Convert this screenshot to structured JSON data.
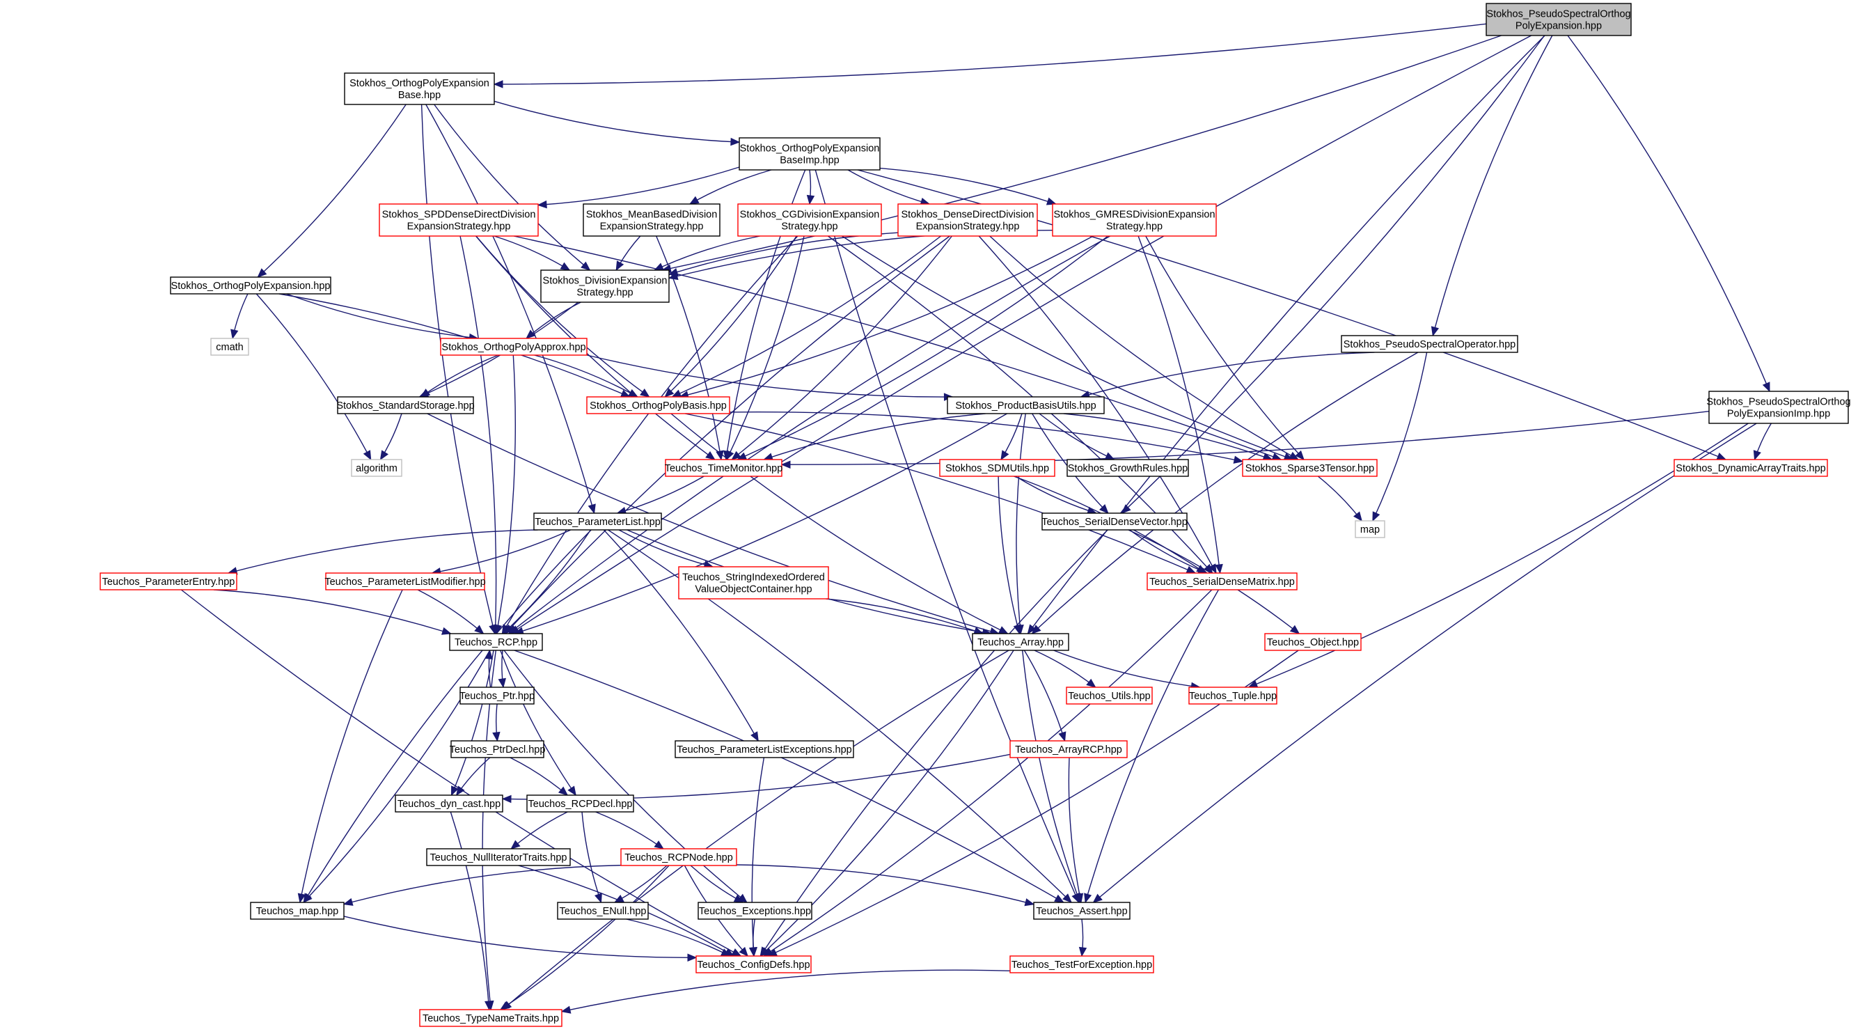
{
  "colors": {
    "edge": "#191970",
    "border_black": "#000000",
    "border_red": "#ff0000",
    "border_gray": "#bfbfbf",
    "fill_root": "#bfbfbf",
    "fill_default": "#ffffff"
  },
  "nodes": [
    {
      "id": "root",
      "lines": [
        "Stokhos_PseudoSpectralOrthog",
        "PolyExpansion.hpp"
      ],
      "style": "root"
    },
    {
      "id": "opeb",
      "lines": [
        "Stokhos_OrthogPolyExpansion",
        "Base.hpp"
      ],
      "style": "black"
    },
    {
      "id": "opebi",
      "lines": [
        "Stokhos_OrthogPolyExpansion",
        "BaseImp.hpp"
      ],
      "style": "black"
    },
    {
      "id": "spd",
      "lines": [
        "Stokhos_SPDDenseDirectDivision",
        "ExpansionStrategy.hpp"
      ],
      "style": "red"
    },
    {
      "id": "mean",
      "lines": [
        "Stokhos_MeanBasedDivision",
        "ExpansionStrategy.hpp"
      ],
      "style": "black"
    },
    {
      "id": "cg",
      "lines": [
        "Stokhos_CGDivisionExpansion",
        "Strategy.hpp"
      ],
      "style": "red"
    },
    {
      "id": "ddd",
      "lines": [
        "Stokhos_DenseDirectDivision",
        "ExpansionStrategy.hpp"
      ],
      "style": "red"
    },
    {
      "id": "gmres",
      "lines": [
        "Stokhos_GMRESDivisionExpansion",
        "Strategy.hpp"
      ],
      "style": "red"
    },
    {
      "id": "ope",
      "lines": [
        "Stokhos_OrthogPolyExpansion.hpp"
      ],
      "style": "black"
    },
    {
      "id": "des",
      "lines": [
        "Stokhos_DivisionExpansion",
        "Strategy.hpp"
      ],
      "style": "black"
    },
    {
      "id": "cmath",
      "lines": [
        "cmath"
      ],
      "style": "gray"
    },
    {
      "id": "opa",
      "lines": [
        "Stokhos_OrthogPolyApprox.hpp"
      ],
      "style": "red"
    },
    {
      "id": "pso",
      "lines": [
        "Stokhos_PseudoSpectralOperator.hpp"
      ],
      "style": "black"
    },
    {
      "id": "psimp",
      "lines": [
        "Stokhos_PseudoSpectralOrthog",
        "PolyExpansionImp.hpp"
      ],
      "style": "black"
    },
    {
      "id": "ss",
      "lines": [
        "Stokhos_StandardStorage.hpp"
      ],
      "style": "black"
    },
    {
      "id": "opbasis",
      "lines": [
        "Stokhos_OrthogPolyBasis.hpp"
      ],
      "style": "red"
    },
    {
      "id": "pbu",
      "lines": [
        "Stokhos_ProductBasisUtils.hpp"
      ],
      "style": "black"
    },
    {
      "id": "algorithm",
      "lines": [
        "algorithm"
      ],
      "style": "gray"
    },
    {
      "id": "tm",
      "lines": [
        "Teuchos_TimeMonitor.hpp"
      ],
      "style": "red"
    },
    {
      "id": "sdmutils",
      "lines": [
        "Stokhos_SDMUtils.hpp"
      ],
      "style": "red"
    },
    {
      "id": "growth",
      "lines": [
        "Stokhos_GrowthRules.hpp"
      ],
      "style": "black"
    },
    {
      "id": "s3t",
      "lines": [
        "Stokhos_Sparse3Tensor.hpp"
      ],
      "style": "red"
    },
    {
      "id": "dat",
      "lines": [
        "Stokhos_DynamicArrayTraits.hpp"
      ],
      "style": "red"
    },
    {
      "id": "map",
      "lines": [
        "map"
      ],
      "style": "gray"
    },
    {
      "id": "pl",
      "lines": [
        "Teuchos_ParameterList.hpp"
      ],
      "style": "black"
    },
    {
      "id": "sdv",
      "lines": [
        "Teuchos_SerialDenseVector.hpp"
      ],
      "style": "black"
    },
    {
      "id": "pe",
      "lines": [
        "Teuchos_ParameterEntry.hpp"
      ],
      "style": "red"
    },
    {
      "id": "plm",
      "lines": [
        "Teuchos_ParameterListModifier.hpp"
      ],
      "style": "red"
    },
    {
      "id": "sio",
      "lines": [
        "Teuchos_StringIndexedOrdered",
        "ValueObjectContainer.hpp"
      ],
      "style": "red"
    },
    {
      "id": "sdm",
      "lines": [
        "Teuchos_SerialDenseMatrix.hpp"
      ],
      "style": "red"
    },
    {
      "id": "rcp",
      "lines": [
        "Teuchos_RCP.hpp"
      ],
      "style": "black"
    },
    {
      "id": "array",
      "lines": [
        "Teuchos_Array.hpp"
      ],
      "style": "black"
    },
    {
      "id": "object",
      "lines": [
        "Teuchos_Object.hpp"
      ],
      "style": "red"
    },
    {
      "id": "ptr",
      "lines": [
        "Teuchos_Ptr.hpp"
      ],
      "style": "black"
    },
    {
      "id": "utils",
      "lines": [
        "Teuchos_Utils.hpp"
      ],
      "style": "red"
    },
    {
      "id": "tuple",
      "lines": [
        "Teuchos_Tuple.hpp"
      ],
      "style": "red"
    },
    {
      "id": "ptrdecl",
      "lines": [
        "Teuchos_PtrDecl.hpp"
      ],
      "style": "black"
    },
    {
      "id": "ple",
      "lines": [
        "Teuchos_ParameterListExceptions.hpp"
      ],
      "style": "black"
    },
    {
      "id": "arcp",
      "lines": [
        "Teuchos_ArrayRCP.hpp"
      ],
      "style": "red"
    },
    {
      "id": "dyn",
      "lines": [
        "Teuchos_dyn_cast.hpp"
      ],
      "style": "black"
    },
    {
      "id": "rcpdecl",
      "lines": [
        "Teuchos_RCPDecl.hpp"
      ],
      "style": "black"
    },
    {
      "id": "nit",
      "lines": [
        "Teuchos_NullIteratorTraits.hpp"
      ],
      "style": "black"
    },
    {
      "id": "rcpnode",
      "lines": [
        "Teuchos_RCPNode.hpp"
      ],
      "style": "red"
    },
    {
      "id": "tmap",
      "lines": [
        "Teuchos_map.hpp"
      ],
      "style": "black"
    },
    {
      "id": "enull",
      "lines": [
        "Teuchos_ENull.hpp"
      ],
      "style": "black"
    },
    {
      "id": "exc",
      "lines": [
        "Teuchos_Exceptions.hpp"
      ],
      "style": "black"
    },
    {
      "id": "assert",
      "lines": [
        "Teuchos_Assert.hpp"
      ],
      "style": "black"
    },
    {
      "id": "config",
      "lines": [
        "Teuchos_ConfigDefs.hpp"
      ],
      "style": "red"
    },
    {
      "id": "tfe",
      "lines": [
        "Teuchos_TestForException.hpp"
      ],
      "style": "red"
    },
    {
      "id": "tnt",
      "lines": [
        "Teuchos_TypeNameTraits.hpp"
      ],
      "style": "red"
    }
  ],
  "edges": [
    [
      "root",
      "opeb"
    ],
    [
      "root",
      "rcp"
    ],
    [
      "root",
      "des"
    ],
    [
      "root",
      "pso"
    ],
    [
      "root",
      "psimp"
    ],
    [
      "root",
      "array"
    ],
    [
      "root",
      "sdv"
    ],
    [
      "opeb",
      "opebi"
    ],
    [
      "opeb",
      "ope"
    ],
    [
      "opeb",
      "des"
    ],
    [
      "opeb",
      "pl"
    ],
    [
      "opeb",
      "rcp"
    ],
    [
      "opebi",
      "spd"
    ],
    [
      "opebi",
      "mean"
    ],
    [
      "opebi",
      "cg"
    ],
    [
      "opebi",
      "ddd"
    ],
    [
      "opebi",
      "gmres"
    ],
    [
      "opebi",
      "tm"
    ],
    [
      "opebi",
      "dat"
    ],
    [
      "opebi",
      "assert"
    ],
    [
      "spd",
      "des"
    ],
    [
      "spd",
      "opbasis"
    ],
    [
      "spd",
      "s3t"
    ],
    [
      "spd",
      "tm"
    ],
    [
      "spd",
      "rcp"
    ],
    [
      "mean",
      "des"
    ],
    [
      "mean",
      "tm"
    ],
    [
      "cg",
      "des"
    ],
    [
      "cg",
      "opbasis"
    ],
    [
      "cg",
      "s3t"
    ],
    [
      "cg",
      "tm"
    ],
    [
      "cg",
      "rcp"
    ],
    [
      "cg",
      "sdm"
    ],
    [
      "ddd",
      "des"
    ],
    [
      "ddd",
      "opbasis"
    ],
    [
      "ddd",
      "s3t"
    ],
    [
      "ddd",
      "tm"
    ],
    [
      "ddd",
      "rcp"
    ],
    [
      "ddd",
      "sdm"
    ],
    [
      "gmres",
      "des"
    ],
    [
      "gmres",
      "opbasis"
    ],
    [
      "gmres",
      "s3t"
    ],
    [
      "gmres",
      "tm"
    ],
    [
      "gmres",
      "rcp"
    ],
    [
      "gmres",
      "sdm"
    ],
    [
      "ope",
      "cmath"
    ],
    [
      "ope",
      "algorithm"
    ],
    [
      "ope",
      "opa"
    ],
    [
      "ope",
      "opbasis"
    ],
    [
      "des",
      "opa"
    ],
    [
      "des",
      "ss"
    ],
    [
      "opa",
      "ss"
    ],
    [
      "opa",
      "opbasis"
    ],
    [
      "opa",
      "pbu"
    ],
    [
      "opa",
      "rcp"
    ],
    [
      "pso",
      "pbu"
    ],
    [
      "pso",
      "map"
    ],
    [
      "pso",
      "array"
    ],
    [
      "psimp",
      "tm"
    ],
    [
      "psimp",
      "dat"
    ],
    [
      "psimp",
      "tuple"
    ],
    [
      "psimp",
      "assert"
    ],
    [
      "ss",
      "algorithm"
    ],
    [
      "ss",
      "array"
    ],
    [
      "opbasis",
      "s3t"
    ],
    [
      "opbasis",
      "array"
    ],
    [
      "opbasis",
      "sdm"
    ],
    [
      "pbu",
      "tm"
    ],
    [
      "pbu",
      "sdmutils"
    ],
    [
      "pbu",
      "growth"
    ],
    [
      "pbu",
      "s3t"
    ],
    [
      "pbu",
      "sdv"
    ],
    [
      "pbu",
      "rcp"
    ],
    [
      "pbu",
      "array"
    ],
    [
      "tm",
      "pl"
    ],
    [
      "sdmutils",
      "sdv"
    ],
    [
      "sdmutils",
      "sdm"
    ],
    [
      "sdmutils",
      "array"
    ],
    [
      "s3t",
      "map"
    ],
    [
      "pl",
      "pe"
    ],
    [
      "pl",
      "plm"
    ],
    [
      "pl",
      "sio"
    ],
    [
      "pl",
      "rcp"
    ],
    [
      "pl",
      "array"
    ],
    [
      "pl",
      "ple"
    ],
    [
      "pl",
      "tmap"
    ],
    [
      "pl",
      "assert"
    ],
    [
      "sdv",
      "sdm"
    ],
    [
      "sdv",
      "object"
    ],
    [
      "sdv",
      "config"
    ],
    [
      "pe",
      "rcp"
    ],
    [
      "pe",
      "config"
    ],
    [
      "plm",
      "rcp"
    ],
    [
      "plm",
      "tmap"
    ],
    [
      "sio",
      "array"
    ],
    [
      "sdm",
      "assert"
    ],
    [
      "sdm",
      "config"
    ],
    [
      "rcp",
      "ptr"
    ],
    [
      "rcp",
      "dyn"
    ],
    [
      "rcp",
      "rcpdecl"
    ],
    [
      "rcp",
      "tmap"
    ],
    [
      "rcp",
      "exc"
    ],
    [
      "rcp",
      "assert"
    ],
    [
      "rcp",
      "tnt"
    ],
    [
      "ptr",
      "rcp"
    ],
    [
      "ptr",
      "ptrdecl"
    ],
    [
      "array",
      "utils"
    ],
    [
      "array",
      "tuple"
    ],
    [
      "array",
      "arcp"
    ],
    [
      "array",
      "assert"
    ],
    [
      "array",
      "config"
    ],
    [
      "array",
      "tnt"
    ],
    [
      "object",
      "config"
    ],
    [
      "ptrdecl",
      "dyn"
    ],
    [
      "ptrdecl",
      "rcpdecl"
    ],
    [
      "ple",
      "config"
    ],
    [
      "arcp",
      "dyn"
    ],
    [
      "arcp",
      "assert"
    ],
    [
      "dyn",
      "tnt"
    ],
    [
      "rcpdecl",
      "nit"
    ],
    [
      "rcpdecl",
      "rcpnode"
    ],
    [
      "rcpdecl",
      "enull"
    ],
    [
      "nit",
      "config"
    ],
    [
      "rcpnode",
      "tmap"
    ],
    [
      "rcpnode",
      "enull"
    ],
    [
      "rcpnode",
      "exc"
    ],
    [
      "rcpnode",
      "assert"
    ],
    [
      "rcpnode",
      "config"
    ],
    [
      "rcpnode",
      "tnt"
    ],
    [
      "tmap",
      "config"
    ],
    [
      "enull",
      "config"
    ],
    [
      "exc",
      "config"
    ],
    [
      "assert",
      "tfe"
    ],
    [
      "tfe",
      "tnt"
    ]
  ]
}
